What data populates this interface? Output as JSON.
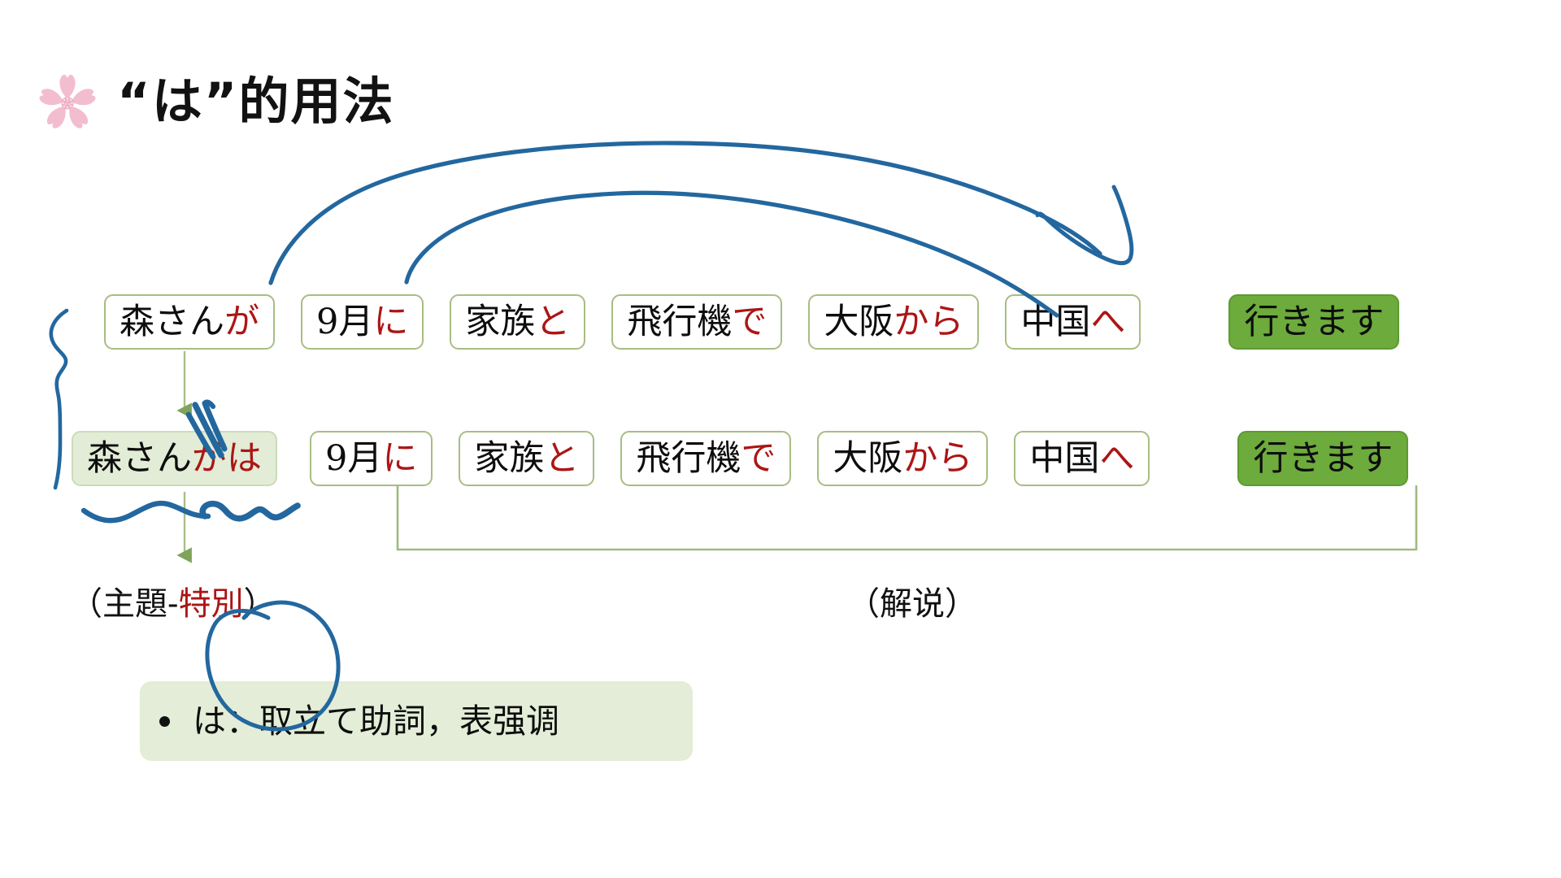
{
  "slide": {
    "background_color": "#ffffff",
    "title": "“は”的用法",
    "icon": "sakura-flower-icon",
    "icon_color": "#f3bdd0"
  },
  "colors": {
    "box_border_green": "#a8bd82",
    "verb_fill_green": "#6cab3c",
    "topic_highlight_green": "#e2ecd6",
    "note_fill_green": "#e3edd7",
    "particle_red": "#ab1616",
    "ink_blue": "#1f5f96",
    "connector_green": "#9fba7f",
    "text_black": "#0d0d0d"
  },
  "rows": [
    {
      "name": "original-sentence",
      "chunks": [
        {
          "base": "森さんが",
          "stem": "森さん",
          "particle": "が"
        },
        {
          "base": "9月に",
          "stem": "9月",
          "particle": "に"
        },
        {
          "base": "家族と",
          "stem": "家族",
          "particle": "と"
        },
        {
          "base": "飛行機で",
          "stem": "飛行機",
          "particle": "で"
        },
        {
          "base": "大阪から",
          "stem": "大阪",
          "particle": "から"
        },
        {
          "base": "中国へ",
          "stem": "中国",
          "particle": "へ"
        }
      ],
      "verb": "行きます"
    },
    {
      "name": "topic-marked-sentence",
      "chunks": [
        {
          "base": "森さんがは",
          "stem": "森さん",
          "struck_particle": "が",
          "particle": "は"
        },
        {
          "base": "9月に",
          "stem": "9月",
          "particle": "に"
        },
        {
          "base": "家族と",
          "stem": "家族",
          "particle": "と"
        },
        {
          "base": "飛行機で",
          "stem": "飛行機",
          "particle": "で"
        },
        {
          "base": "大阪から",
          "stem": "大阪",
          "particle": "から"
        },
        {
          "base": "中国へ",
          "stem": "中国",
          "particle": "へ"
        }
      ],
      "verb": "行きます"
    }
  ],
  "captions": {
    "left": {
      "open": "（主題",
      "dash": "-",
      "highlight": "特別",
      "close": "）"
    },
    "right": "（解说）"
  },
  "note": {
    "bullet": "•",
    "text": "は：取立て助詞，表强调"
  },
  "annotations": {
    "blue_arc_outer": "hand-drawn-arc-from-subject-to-right",
    "blue_arc_inner": "hand-drawn-arc-from-time-to-right",
    "blue_arrow_hook": "hand-drawn-arrowhead",
    "blue_left_brace": "hand-drawn-vertical-brace",
    "blue_strikeout": "hand-drawn-strikeout-over-ga",
    "blue_wavy_underline": "hand-drawn-wavy-underline",
    "blue_circle": "hand-drawn-circle-around-toritate",
    "green_down_arrow": "green-arrow-subject-to-topic",
    "green_down_arrow_2": "green-arrow-to-left-caption",
    "green_bracket": "green-bracket-under-predicate"
  }
}
